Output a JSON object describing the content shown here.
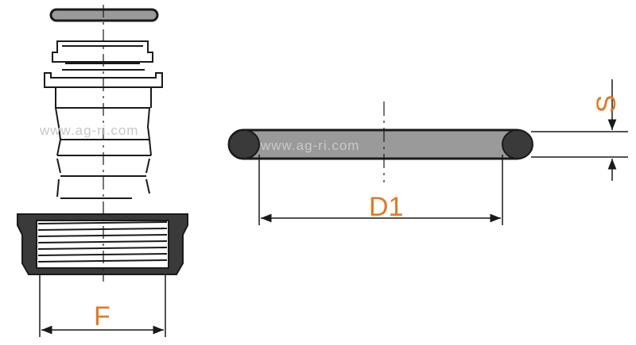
{
  "labels": {
    "fitting_dimension": "F",
    "ring_diameter": "D1",
    "ring_section": "S"
  },
  "watermarks": [
    "www.ag-ri.com",
    "www.ag-ri.com"
  ],
  "colors": {
    "line": "#1a1a1a",
    "dimension_text": "#e07a26",
    "ring_fill": "#9a9a9a",
    "rubber_fill": "#3a3a3a",
    "watermark": "#c8c8c8"
  }
}
